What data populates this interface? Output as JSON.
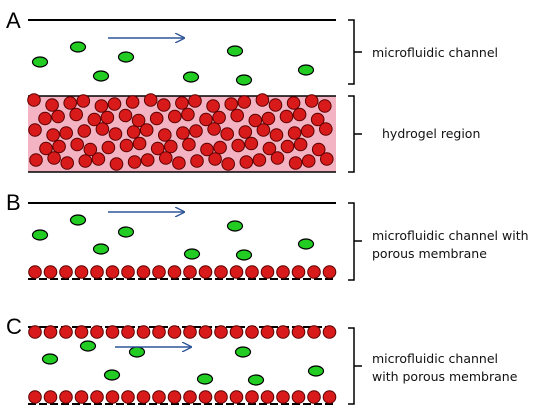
{
  "panels": [
    {
      "letter": "A",
      "label_lines": [
        "microfluidic channel"
      ],
      "label2_lines": [
        "hydrogel region"
      ]
    },
    {
      "letter": "B",
      "label_lines": [
        "microfluidic channel with",
        "porous membrane"
      ]
    },
    {
      "letter": "C",
      "label_lines": [
        "microfluidic channel",
        "with porous membrane"
      ]
    }
  ],
  "colors": {
    "flow_arrow": "#2f5597",
    "green_particle": "#22cc22",
    "red_particle": "#d91a1a",
    "hydrogel_background": "#f4b3c2",
    "line": "#000000"
  }
}
